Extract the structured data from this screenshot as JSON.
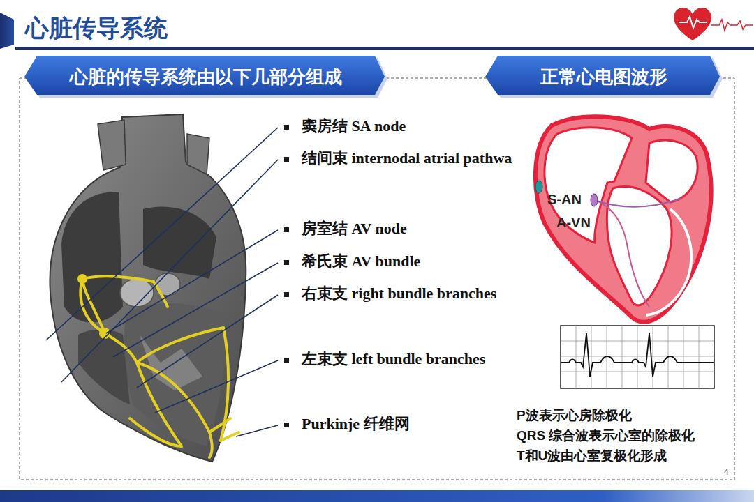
{
  "diagram": {
    "title": "心脏传导系统",
    "nodes": [
      {
        "text": [
          "心脏的传导系统由以下几部分组成"
        ]
      },
      {
        "text": [
          "正常心电图波形"
        ]
      }
    ],
    "labels": [
      "窦房结 SA node",
      "结间束 internodal atrial pathwa",
      "房室结 AV node",
      "希氏束 AV bundle",
      "右束支 right bundle branches",
      "左束支 left bundle branches",
      "Purkinje 纤维网",
      "S-AN",
      "A-VN",
      "P波表示心房除极化",
      "QRS 综合波表示心室的除极化",
      "T和U波由心室复极化形成",
      "4"
    ]
  }
}
